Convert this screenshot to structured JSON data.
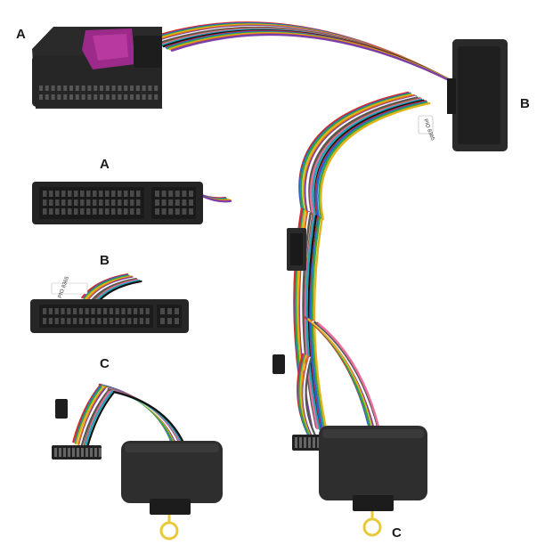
{
  "labels": {
    "a_top": "A",
    "a_mid": "A",
    "b_right": "B",
    "b_mid": "B",
    "c_mid": "C",
    "c_bottom": "C"
  },
  "tags": {
    "loose": "PIO 8365",
    "harness": "PIO 8365"
  },
  "colors": {
    "connector_body": "#2a2a2a",
    "connector_lock": "#9b2a8a",
    "module_body": "#2e2e2e",
    "ring_terminal": "#e8c93a",
    "background": "#ffffff"
  },
  "wire_colors": [
    "#d62b2b",
    "#2a5fd6",
    "#2fa34a",
    "#e3b21b",
    "#e06a1a",
    "#7a3fa8",
    "#ffffff",
    "#555555",
    "#8a5a2b",
    "#e86fa4",
    "#1ea6b8",
    "#111111"
  ]
}
